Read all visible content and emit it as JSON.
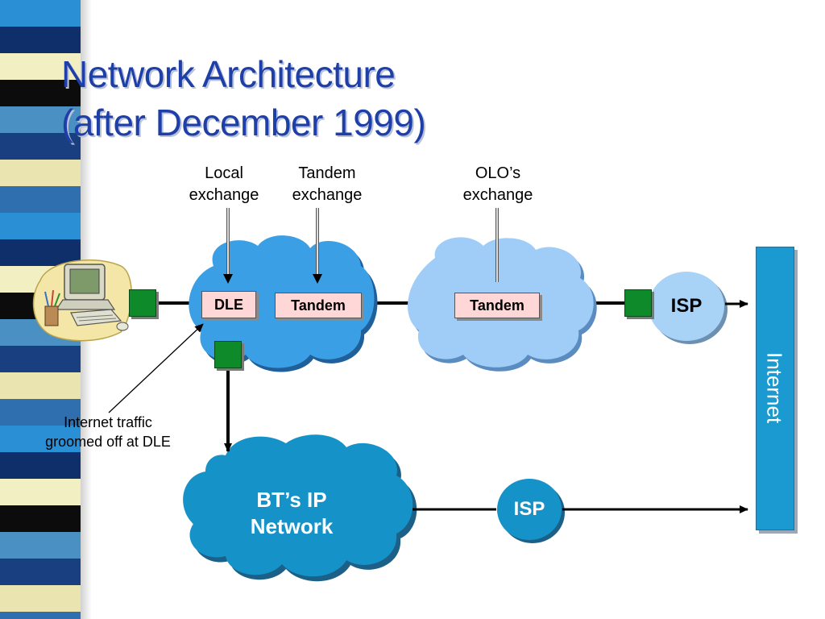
{
  "slide": {
    "title_line1": "Network Architecture",
    "title_line2": "(after December 1999)"
  },
  "labels": {
    "local_exchange": [
      "Local",
      "exchange"
    ],
    "tandem_exchange": [
      "Tandem",
      "exchange"
    ],
    "olo_exchange": [
      "OLO’s",
      "exchange"
    ]
  },
  "boxes": {
    "dle": "DLE",
    "tandem1": "Tandem",
    "tandem2": "Tandem"
  },
  "isp": {
    "top": "ISP",
    "bottom": "ISP"
  },
  "bt_network": [
    "BT’s IP",
    "Network"
  ],
  "internet": "Internet",
  "note": [
    "Internet traffic",
    "groomed off at DLE"
  ],
  "colors": {
    "title": "#1f3fa8",
    "cloud_bt": "#3b9fe6",
    "cloud_olo": "#9fcdf7",
    "cloud_ip": "#1593c9",
    "box_fill": "#ffd7d7",
    "node_square": "#0e8a2a",
    "isp_top": "#a9d2f7",
    "isp_bottom": "#1593c9",
    "internet_bar": "#1a9ad0"
  },
  "icons": {
    "computer": "computer-desk-icon"
  }
}
